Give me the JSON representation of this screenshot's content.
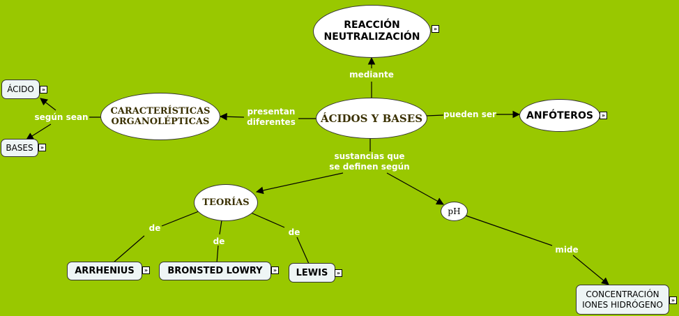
{
  "nodes": {
    "reaccion": "REACCIÓN\nNEUTRALIZACIÓN",
    "acidos_bases": "ÁCIDOS Y BASES",
    "caracteristicas": "CARACTERÍSTICAS\nORGANOLÉPTICAS",
    "anfoteros": "ANFÓTEROS",
    "acido": "ÁCIDO",
    "bases": "BASES",
    "teorias": "TEORÍAS",
    "ph": "pH",
    "arrhenius": "ARRHENIUS",
    "bronsted": "BRONSTED LOWRY",
    "lewis": "LEWIS",
    "concentracion": "CONCENTRACIÓN\nIONES HIDRÓGENO"
  },
  "links": {
    "mediante": "mediante",
    "presentan": "presentan\ndiferentes",
    "pueden_ser": "pueden ser",
    "segun_sean": "según sean",
    "sustancias": "sustancias que\nse definen según",
    "de1": "de",
    "de2": "de",
    "de3": "de",
    "mide": "mide"
  },
  "expand_icon": "»",
  "colors": {
    "background": "#99c800",
    "link_text": "#ffffff",
    "node_fill": "#eef5f5"
  }
}
